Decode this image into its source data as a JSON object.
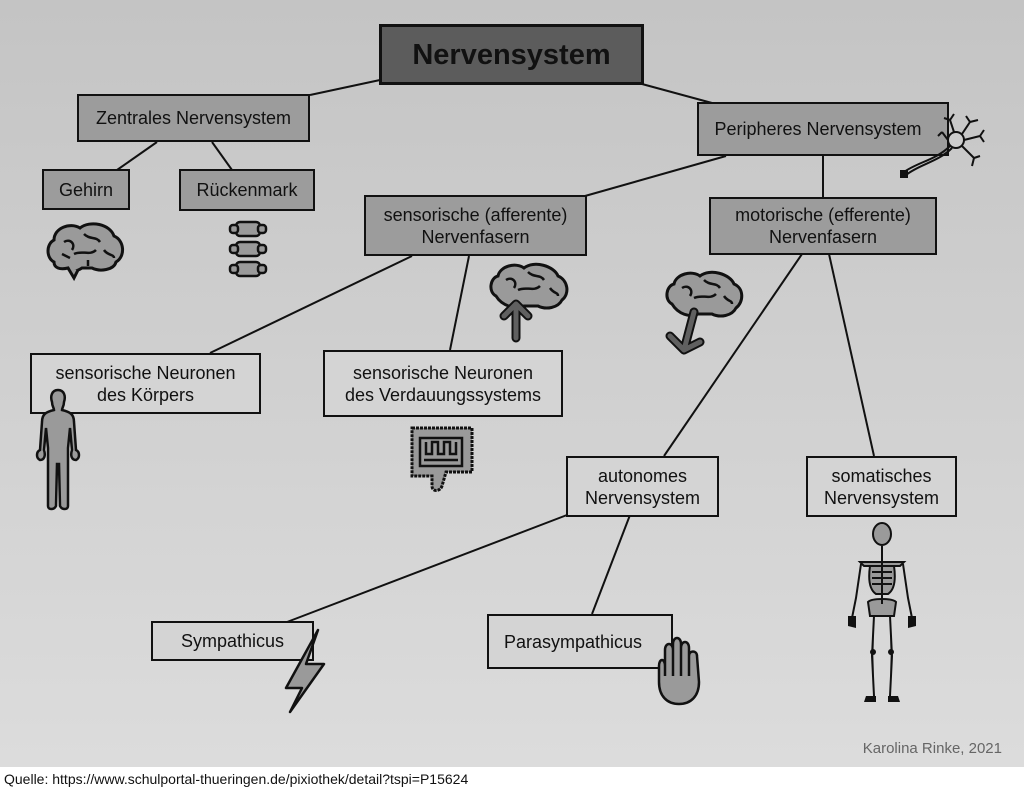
{
  "diagram": {
    "title": "Nervensystem",
    "nodes": {
      "root": "Nervensystem",
      "zns": "Zentrales Nervensystem",
      "gehirn": "Gehirn",
      "rueckenmark": "Rückenmark",
      "pns": "Peripheres Nervensystem",
      "sensorisch": "sensorische (afferente)\nNervenfasern",
      "motorisch": "motorische (efferente)\nNervenfasern",
      "sens_koerper": "sensorische Neuronen\ndes Körpers",
      "sens_verdauung": "sensorische Neuronen\ndes Verdauungssystems",
      "autonom": "autonomes\nNervensystem",
      "somatisch": "somatisches\nNervensystem",
      "sympathicus": "Sympathicus",
      "parasympathicus": "Parasympathicus"
    },
    "edges": [
      [
        "root",
        "zns"
      ],
      [
        "root",
        "pns"
      ],
      [
        "zns",
        "gehirn"
      ],
      [
        "zns",
        "rueckenmark"
      ],
      [
        "pns",
        "sensorisch"
      ],
      [
        "pns",
        "motorisch"
      ],
      [
        "sensorisch",
        "sens_koerper"
      ],
      [
        "sensorisch",
        "sens_verdauung"
      ],
      [
        "motorisch",
        "autonom"
      ],
      [
        "motorisch",
        "somatisch"
      ],
      [
        "autonom",
        "sympathicus"
      ],
      [
        "autonom",
        "parasympathicus"
      ]
    ],
    "icons": [
      "brain-icon",
      "spine-icon",
      "neuron-icon",
      "brain-up-arrow-icon",
      "brain-down-arrow-icon",
      "human-body-icon",
      "intestine-icon",
      "skeleton-icon",
      "lightning-icon",
      "hand-icon"
    ]
  },
  "credit": "Karolina Rinke, 2021",
  "source": "Quelle: https://www.schulportal-thueringen.de/pixiothek/detail?tspi=P15624"
}
